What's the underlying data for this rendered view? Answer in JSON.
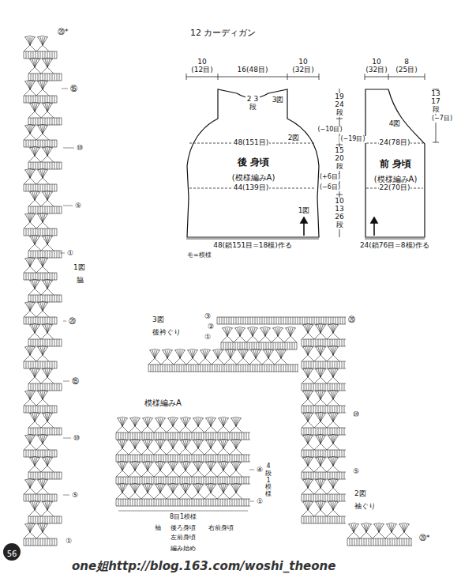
{
  "diagram": {
    "title": "12 カーディガン",
    "nodes": [
      {
        "text": [
          "後 身頃",
          "(模様編みA)"
        ]
      },
      {
        "text": [
          "前 身頃",
          "(模様編みA)"
        ]
      },
      {
        "text": [
          "56"
        ]
      }
    ],
    "labels": [
      "10",
      "(12目)",
      "16(48目)",
      "10",
      "(32目)",
      "2 3 段",
      "3図",
      "2図",
      "48(151目)",
      "44(139目)",
      "1図",
      "19 24 段",
      "(−10目)",
      "(−19目)",
      "15 20 段",
      "(+6目)",
      "(−6目)",
      "10 13 26 段",
      "10",
      "(32目)",
      "8",
      "(25目)",
      "13 17 段",
      "(−7目)",
      "4図",
      "24(78目)",
      "22(70目)",
      "48(鎖151目=18模)作る",
      "モ=模様",
      "24(鎖76目=8模)作る",
      "⑳*",
      "⑮",
      "⑩",
      "⑤",
      "①",
      "1図",
      "脇",
      "⑳",
      "⑮",
      "⑩",
      "⑤",
      "①",
      "3図",
      "後衿ぐり",
      "③",
      "②",
      "①",
      "⑳",
      "⑩",
      "⑤",
      "2図",
      "袖ぐり",
      "⑳*",
      "模様編みA",
      "④",
      "①",
      "4段1模様",
      "8目1模様",
      "袖",
      "後ろ身頃",
      "左前身頃",
      "右前身頃",
      "編み始め",
      "one姐http://blog.163.com/woshi_theone"
    ]
  }
}
